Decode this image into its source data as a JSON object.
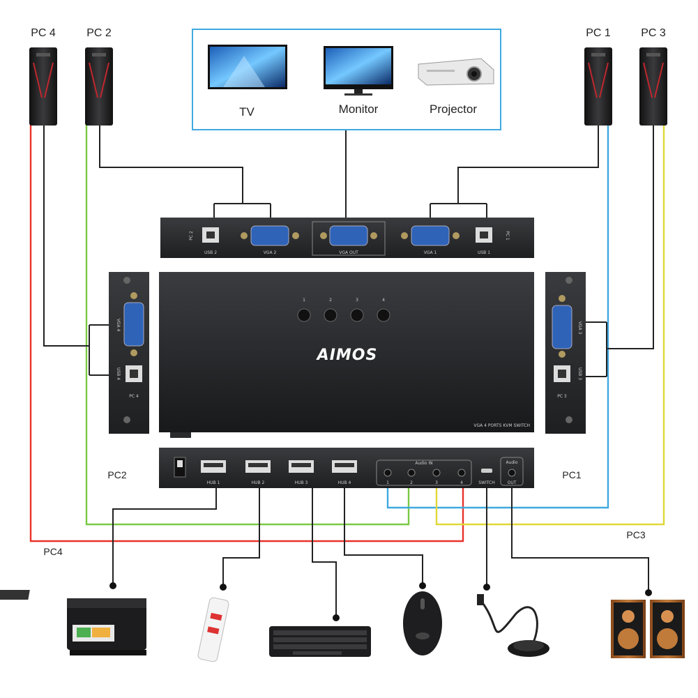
{
  "pcs": {
    "pc4": "PC 4",
    "pc2": "PC 2",
    "pc1": "PC 1",
    "pc3": "PC 3"
  },
  "displays": {
    "tv": "TV",
    "monitor": "Monitor",
    "projector": "Projector"
  },
  "ports_top": {
    "pc2_side": "PC 2",
    "pc1_side": "PC 1",
    "usb2": "USB 2",
    "vga2": "VGA 2",
    "vga_out": "VGA OUT",
    "vga1": "VGA 1",
    "usb1": "USB 1"
  },
  "ports_left": {
    "vga4": "VGA 4",
    "usb4": "USB 4",
    "pc4": "PC 4"
  },
  "ports_right": {
    "vga3": "VGA 3",
    "usb3": "USB 3",
    "pc3": "PC 3"
  },
  "front": {
    "buttons": [
      "1",
      "2",
      "3",
      "4"
    ],
    "brand": "AIMOS",
    "model": "VGA 4 PORTS KVM SWITCH"
  },
  "bottom_panel": {
    "hub1": "HUB 1",
    "hub2": "HUB 2",
    "hub3": "HUB 3",
    "hub4": "HUB 4",
    "audio_in": "Audio IN",
    "audio_nums": [
      "1",
      "2",
      "3",
      "4"
    ],
    "switch": "SWITCH",
    "audio": "Audio",
    "out": "OUT"
  },
  "side_labels": {
    "pc2": "PC2",
    "pc1": "PC1",
    "pc4": "PC4",
    "pc3": "PC3"
  },
  "colors": {
    "pc4_cable": "#e8322a",
    "pc2_cable": "#7ac943",
    "pc1_cable": "#3ea9e0",
    "pc3_cable": "#e0d836",
    "frame_blue": "#3ea9e0",
    "device_dark": "#2a2b2d",
    "brand_green": "#7ac943"
  }
}
